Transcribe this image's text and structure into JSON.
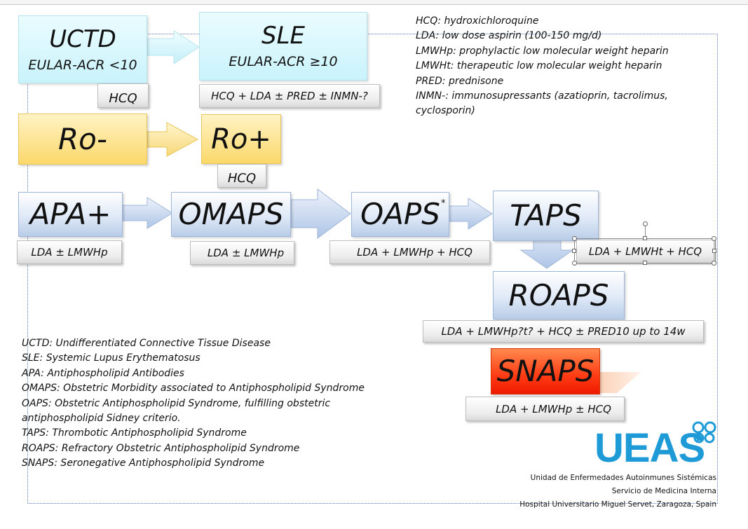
{
  "abbreviations_top": [
    "HCQ: hydroxichloroquine",
    "LDA: low dose aspirin (100-150 mg/d)",
    "LMWHp: prophylactic low molecular weight heparin",
    "LMWHt: therapeutic low molecular weight heparin",
    "PRED: prednisone",
    "INMN-: immunosupressants (azatioprin, tacrolimus,",
    "cyclosporin)"
  ],
  "nodes": {
    "uctd": {
      "title": "UCTD",
      "subtitle": "EULAR-ACR <10",
      "treatment": "HCQ"
    },
    "sle": {
      "title": "SLE",
      "subtitle": "EULAR-ACR ≥10",
      "treatment": "HCQ + LDA ± PRED ± INMN-?"
    },
    "ro_neg": {
      "title": "Ro-"
    },
    "ro_pos": {
      "title": "Ro+",
      "treatment": "HCQ"
    },
    "apa": {
      "title": "APA+",
      "treatment": "LDA ± LMWHp"
    },
    "omaps": {
      "title": "OMAPS",
      "treatment": "LDA ± LMWHp"
    },
    "oaps": {
      "title": "OAPS",
      "marker": "*",
      "treatment": "LDA + LMWHp + HCQ"
    },
    "taps": {
      "title": "TAPS",
      "treatment": "LDA + LMWHt + HCQ"
    },
    "roaps": {
      "title": "ROAPS",
      "treatment": "LDA + LMWHp?t? + HCQ ±  PRED10 up to 14w"
    },
    "snaps": {
      "title": "SNAPS",
      "treatment": "LDA + LMWHp ± HCQ"
    }
  },
  "legend": [
    "UCTD: Undifferentiated Connective Tissue Disease",
    "SLE: Systemic Lupus Erythematosus",
    "APA: Antiphospholipid Antibodies",
    "OMAPS: Obstetric Morbidity associated to Antiphospholipid Syndrome",
    "OAPS: Obstetric Antiphospholipid Syndrome, fulfilling obstetric",
    "antiphospholipid Sidney criterio.",
    "TAPS: Thrombotic Antiphospholipid Syndrome",
    "ROAPS: Refractory Obstetric Antiphospholipid Syndrome",
    "SNAPS: Seronegative Antiphospholipid Syndrome"
  ],
  "logo": {
    "text": "UEAS",
    "lines": [
      "Unidad de Enfermedades Autoinmunes Sistémicas",
      "Servicio de Medicina Interna",
      "Hospital Universitario Miguel Servet, Zaragoza, Spain"
    ]
  },
  "colors": {
    "cyan": "#c9f3fb",
    "yellow": "#fbd86b",
    "blue": "#b9cde8",
    "red": "#ff3b14",
    "logo_blue": "#1e9bd7"
  }
}
